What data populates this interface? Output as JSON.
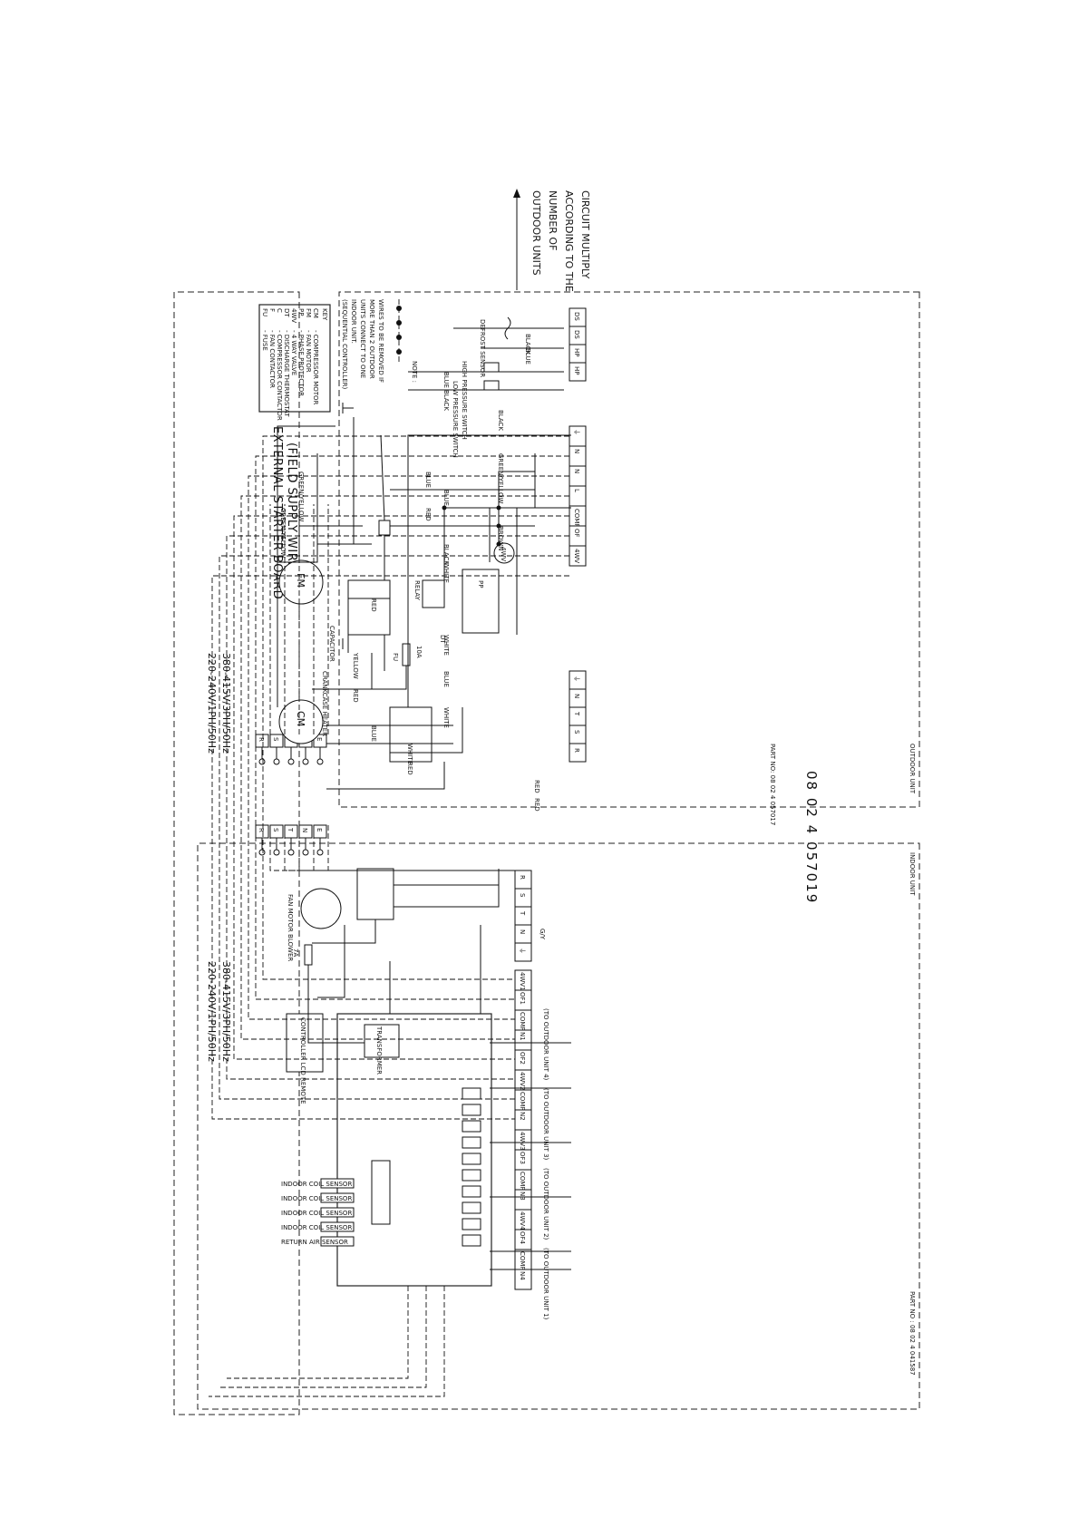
{
  "sheet": {
    "external": {
      "title": "EXTERNAL STARTER BOARD",
      "subtitle": "(FIELD SUPPLY WIRING)",
      "supply_1ph": "220-240V/1PH/50Hz",
      "supply_3ph": "380-415V/3PH/50Hz",
      "terminals": [
        "R",
        "S",
        "T",
        "N",
        "E"
      ]
    },
    "circuit_note": [
      "CIRCUIT MULTIPLY",
      "ACCORDING TO THE",
      "NUMBER OF",
      "OUTDOOR UNITS"
    ],
    "outdoor": {
      "label": "OUTDOOR UNIT",
      "part_no": "PART NO: 08 02 4 057017",
      "terminals_top": [
        "DS",
        "DS",
        "HP",
        "HP"
      ],
      "terminals_ctrl": [
        "⏚",
        "N",
        "N",
        "L",
        "COMP",
        "OF",
        "4WV"
      ],
      "terminals_power": [
        "⏚",
        "N",
        "T",
        "S",
        "R"
      ],
      "labels": {
        "defrost": "DEFROST SENSOR",
        "hp": "HIGH PRESSURE SWITCH",
        "lp": "LOW PRESSURE SWITCH",
        "fourwv": "4WV",
        "fm": "FM",
        "cm": "CM",
        "capacitor": "CAPACITOR",
        "crankcase": "CRANKCASE HEATER",
        "relay": "RELAY",
        "fuse": "10A",
        "fu": "FU",
        "pp": "PP",
        "dt": "DT"
      },
      "note_title": "NOTE :",
      "note_lines": [
        "WIRES TO BE REMOVED IF",
        "MORE THAN 2 OUTDOOR",
        "UNITS CONNECT TO ONE",
        "INDOOR UNIT.",
        "(SEQUENTIAL CONTROLLER)"
      ],
      "key_title": "KEY",
      "key": [
        {
          "code": "CM",
          "desc": "- COMPRESSOR MOTOR"
        },
        {
          "code": "FM",
          "desc": "- FAN MOTOR"
        },
        {
          "code": "PP",
          "desc": "- PHASE PROTECTOR"
        },
        {
          "code": "4WV",
          "desc": "- 4 WAY VALVE"
        },
        {
          "code": "DT",
          "desc": "- DISCHARGE THERMOSTAT"
        },
        {
          "code": "C",
          "desc": "- COMPRESSOR CONTACTOR"
        },
        {
          "code": "F",
          "desc": "- FAN CONTACTOR"
        },
        {
          "code": "FU",
          "desc": "- FUSE"
        }
      ],
      "wire_colors": [
        "BLACK",
        "BLUE",
        "RED",
        "WHITE",
        "BROWN",
        "YELLOW",
        "GREEN/YELLOW"
      ]
    },
    "indoor": {
      "label": "INDOOR UNIT",
      "part_no": "PART NO : 08 02 4 041587",
      "drawing_no": "08  02  4  057019",
      "terminals_power": [
        "R",
        "S",
        "T",
        "N",
        "⏚"
      ],
      "terminals_ctrl": [
        "4WV1",
        "OF1",
        "COMP1",
        "N1",
        "OF2",
        "4WV2",
        "COMP2",
        "N2",
        "4WV3",
        "OF3",
        "COMP3",
        "N3",
        "4WV4",
        "OF4",
        "COMP4",
        "N4"
      ],
      "unit_labels": [
        "(TO OUTDOOR UNIT 1)",
        "(TO OUTDOOR UNIT 2)",
        "(TO OUTDOOR UNIT 3)",
        "(TO OUTDOOR UNIT 4)"
      ],
      "fan_motor": "FAN MOTOR BLOWER",
      "fuse": "7A",
      "gy": "G/Y",
      "transformer": "TRANSFORMER",
      "controller": "CONTROLLER LCD REMOTE",
      "sensors": [
        "INDOOR COIL SENSOR",
        "INDOOR COIL SENSOR",
        "INDOOR COIL SENSOR",
        "INDOOR COIL SENSOR",
        "RETURN AIR SENSOR"
      ]
    }
  }
}
